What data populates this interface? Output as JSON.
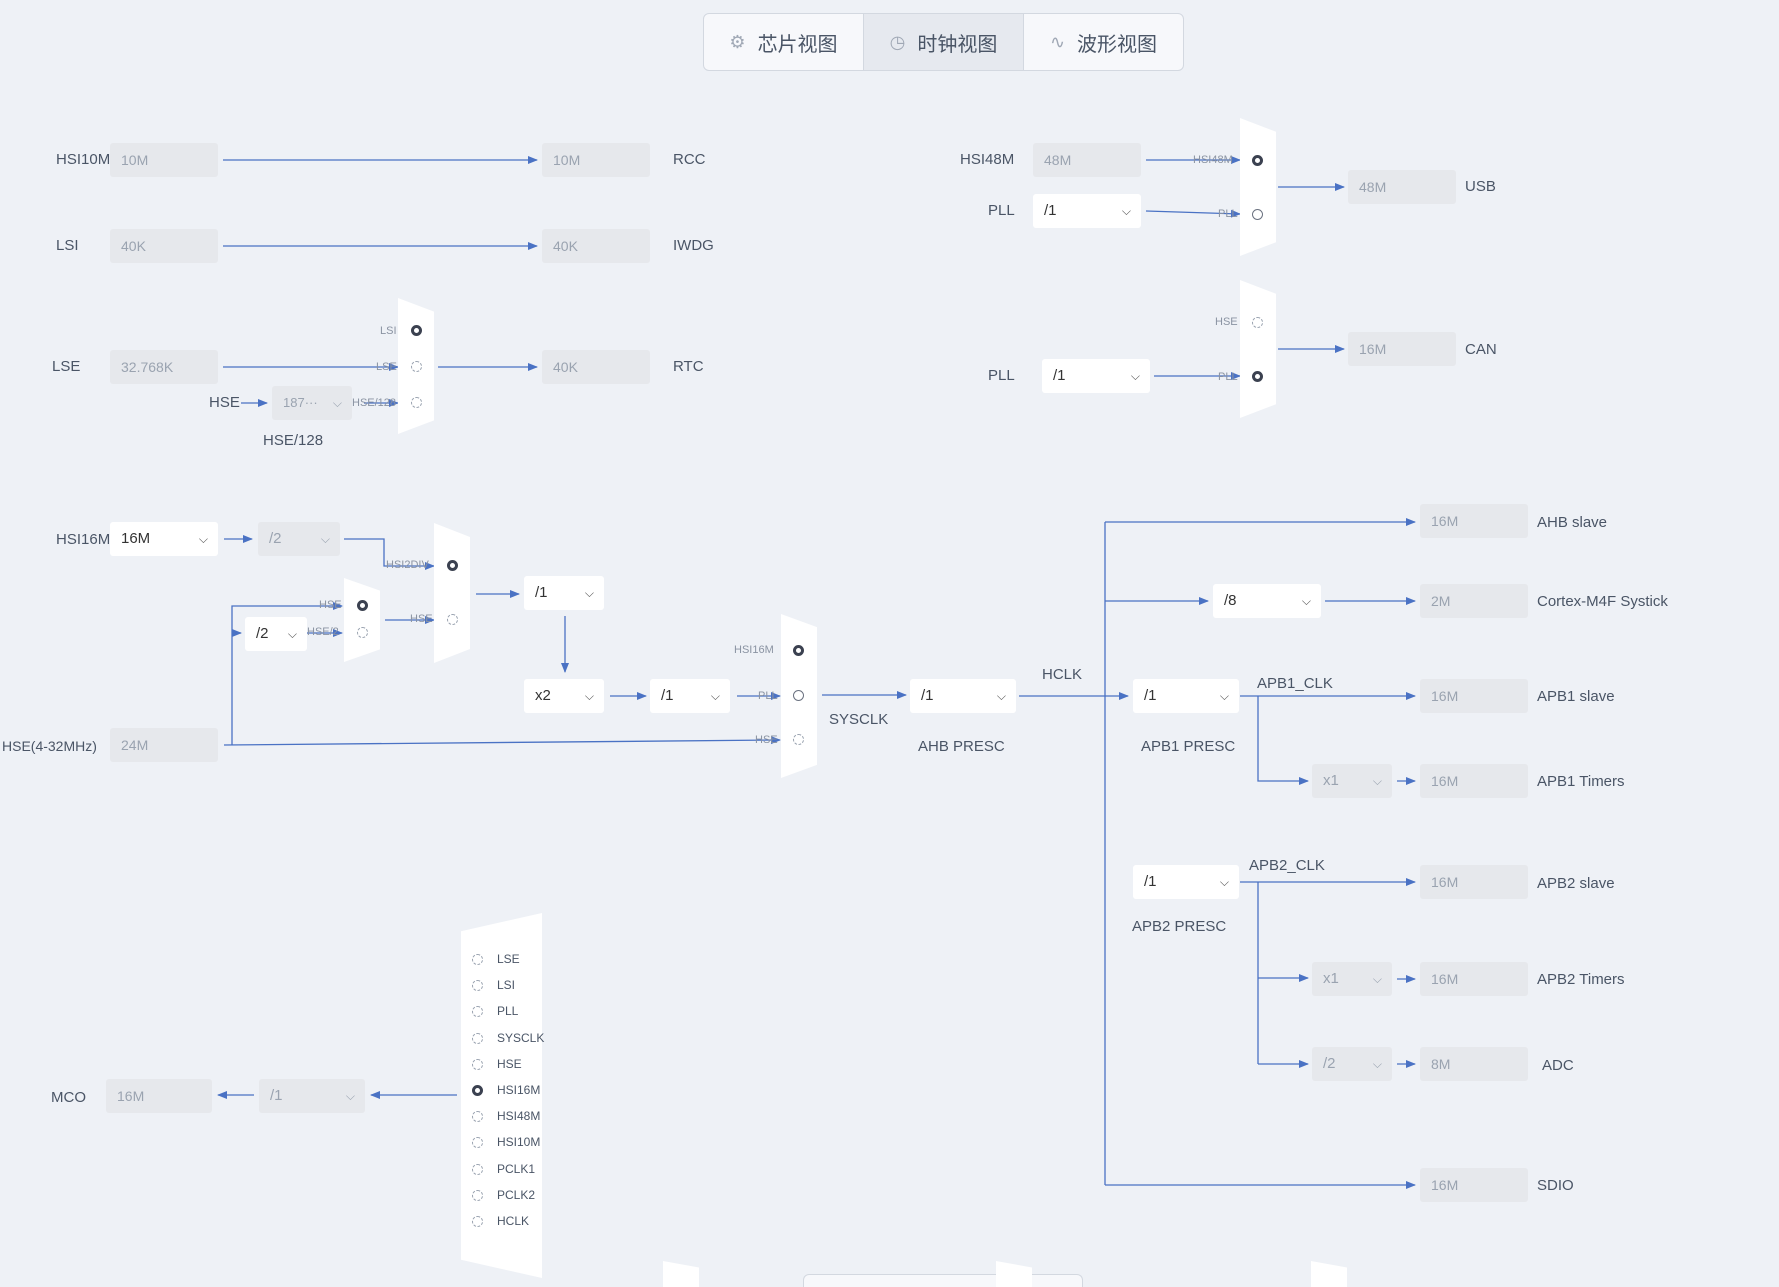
{
  "tabs": [
    {
      "label": "芯片视图",
      "icon": "chip-icon"
    },
    {
      "label": "时钟视图",
      "icon": "clock-icon"
    },
    {
      "label": "波形视图",
      "icon": "waveform-icon"
    }
  ],
  "sources": {
    "hsi10m": {
      "label": "HSI10M",
      "value": "10M"
    },
    "lsi": {
      "label": "LSI",
      "value": "40K"
    },
    "lse": {
      "label": "LSE",
      "value": "32.768K"
    },
    "hsi16m": {
      "label": "HSI16M",
      "value": "16M"
    },
    "hse": {
      "label": "HSE(4-32MHz)",
      "value": "24M"
    },
    "hsi48m": {
      "label": "HSI48M",
      "value": "48M"
    }
  },
  "outputs": {
    "rcc": {
      "label": "RCC",
      "value": "10M"
    },
    "iwdg": {
      "label": "IWDG",
      "value": "40K"
    },
    "rtc": {
      "label": "RTC",
      "value": "40K"
    },
    "usb": {
      "label": "USB",
      "value": "48M"
    },
    "can": {
      "label": "CAN",
      "value": "16M"
    },
    "ahb_slave": {
      "label": "AHB slave",
      "value": "16M"
    },
    "systick": {
      "label": "Cortex-M4F Systick",
      "value": "2M"
    },
    "apb1_slave": {
      "label": "APB1 slave",
      "value": "16M"
    },
    "apb1_timers": {
      "label": "APB1 Timers",
      "value": "16M"
    },
    "apb2_slave": {
      "label": "APB2 slave",
      "value": "16M"
    },
    "apb2_timers": {
      "label": "APB2 Timers",
      "value": "16M"
    },
    "adc": {
      "label": "ADC",
      "value": "8M"
    },
    "sdio": {
      "label": "SDIO",
      "value": "16M"
    },
    "mco": {
      "label": "MCO",
      "value": "16M"
    }
  },
  "rtc_mux": {
    "options": [
      "LSI",
      "LSE",
      "HSE/128"
    ],
    "selected": "LSI",
    "hse_label": "HSE",
    "hse_div_value": "187···",
    "hse_div_caption": "HSE/128"
  },
  "usb_mux": {
    "options": [
      "HSI48M",
      "PLL"
    ],
    "selected": "HSI48M",
    "pll_label": "PLL",
    "pll_div": "/1"
  },
  "can_mux": {
    "options": [
      "HSE",
      "PLL"
    ],
    "selected": "PLL",
    "pll_label": "PLL",
    "pll_div": "/1"
  },
  "pll": {
    "hsi16_div": "/2",
    "hse_div": "/2",
    "src_mux_a": {
      "options": [
        "HSE",
        "HSE/2"
      ],
      "selected": "HSE"
    },
    "src_mux_b": {
      "options": [
        "HSI2DIV",
        "HSE"
      ],
      "selected": "HSI2DIV"
    },
    "pre_div": "/1",
    "mul": "x2",
    "post_div": "/1"
  },
  "sysclk_mux": {
    "options": [
      "HSI16M",
      "PLL",
      "HSE"
    ],
    "selected": "HSI16M",
    "label": "SYSCLK"
  },
  "ahb": {
    "presc": "/1",
    "presc_label": "AHB PRESC",
    "hclk_label": "HCLK",
    "systick_div": "/8"
  },
  "apb1": {
    "presc": "/1",
    "presc_label": "APB1 PRESC",
    "clk_label": "APB1_CLK",
    "timer_mul": "x1"
  },
  "apb2": {
    "presc": "/1",
    "presc_label": "APB2 PRESC",
    "clk_label": "APB2_CLK",
    "timer_mul": "x1",
    "adc_div": "/2"
  },
  "mco_mux": {
    "options": [
      "LSE",
      "LSI",
      "PLL",
      "SYSCLK",
      "HSE",
      "HSI16M",
      "HSI48M",
      "HSI10M",
      "PCLK1",
      "PCLK2",
      "HCLK"
    ],
    "selected": "HSI16M",
    "div": "/1"
  },
  "colors": {
    "wire": "#4a72c4",
    "background": "#eef1f6"
  }
}
